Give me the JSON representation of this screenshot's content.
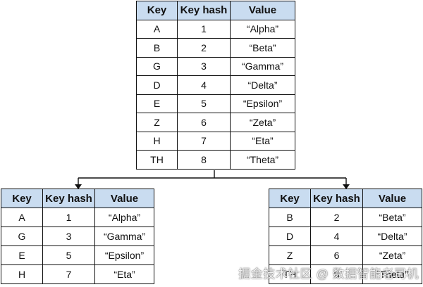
{
  "headers": {
    "key": "Key",
    "hash": "Key hash",
    "value": "Value"
  },
  "top_table": {
    "rows": [
      {
        "key": "A",
        "hash": "1",
        "value": "“Alpha”"
      },
      {
        "key": "B",
        "hash": "2",
        "value": "“Beta”"
      },
      {
        "key": "G",
        "hash": "3",
        "value": "“Gamma”"
      },
      {
        "key": "D",
        "hash": "4",
        "value": "“Delta”"
      },
      {
        "key": "E",
        "hash": "5",
        "value": "“Epsilon”"
      },
      {
        "key": "Z",
        "hash": "6",
        "value": "“Zeta”"
      },
      {
        "key": "H",
        "hash": "7",
        "value": "“Eta”"
      },
      {
        "key": "TH",
        "hash": "8",
        "value": "“Theta”"
      }
    ]
  },
  "left_table": {
    "rows": [
      {
        "key": "A",
        "hash": "1",
        "value": "“Alpha”"
      },
      {
        "key": "G",
        "hash": "3",
        "value": "“Gamma”"
      },
      {
        "key": "E",
        "hash": "5",
        "value": "“Epsilon”"
      },
      {
        "key": "H",
        "hash": "7",
        "value": "“Eta”"
      }
    ]
  },
  "right_table": {
    "rows": [
      {
        "key": "B",
        "hash": "2",
        "value": "“Beta”"
      },
      {
        "key": "D",
        "hash": "4",
        "value": "“Delta”"
      },
      {
        "key": "Z",
        "hash": "6",
        "value": "“Zeta”"
      },
      {
        "key": "TH",
        "hash": "8",
        "value": "“Theta”"
      }
    ]
  },
  "watermark": "掘金技术社区 @ 数据智能老司机",
  "colors": {
    "header_bg": "#c9dcf0",
    "border": "#111111"
  }
}
